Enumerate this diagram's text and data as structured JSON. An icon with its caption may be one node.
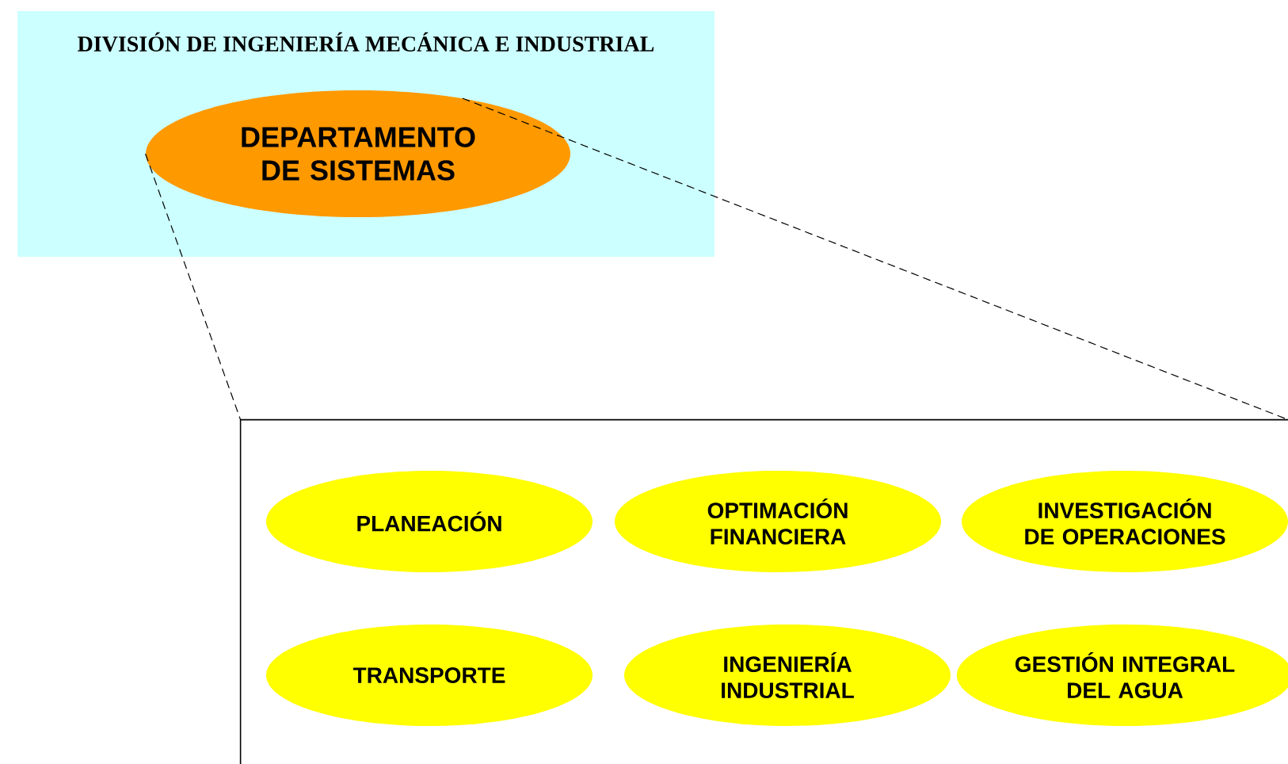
{
  "diagram": {
    "nodes": [
      {
        "text": [
          "DIVISIÓN DE INGENIERÍA MECÁNICA E INDUSTRIAL"
        ]
      },
      {
        "text": [
          "DEPARTAMENTO DE SISTEMAS"
        ],
        "in": 0
      },
      {
        "text": [],
        "shape": "box"
      },
      {
        "text": [
          "PLANEACIÓN"
        ],
        "in": 2
      },
      {
        "text": [
          "OPTIMACIÓN FINANCIERA"
        ],
        "in": 2
      },
      {
        "text": [
          "INVESTIGACIÓN DE OPERACIONES"
        ],
        "in": 2
      },
      {
        "text": [
          "TRANSPORTE"
        ],
        "in": 2
      },
      {
        "text": [
          "INGENIERÍA INDUSTRIAL"
        ],
        "in": 2
      },
      {
        "text": [
          "GESTIÓN INTEGRAL DEL AGUA"
        ],
        "in": 2
      }
    ],
    "edges": [
      {
        "from": 1,
        "to": 2,
        "arrow": "none",
        "style": "dashed"
      },
      {
        "from": 1,
        "to": 2,
        "arrow": "none",
        "style": "dashed"
      }
    ]
  }
}
